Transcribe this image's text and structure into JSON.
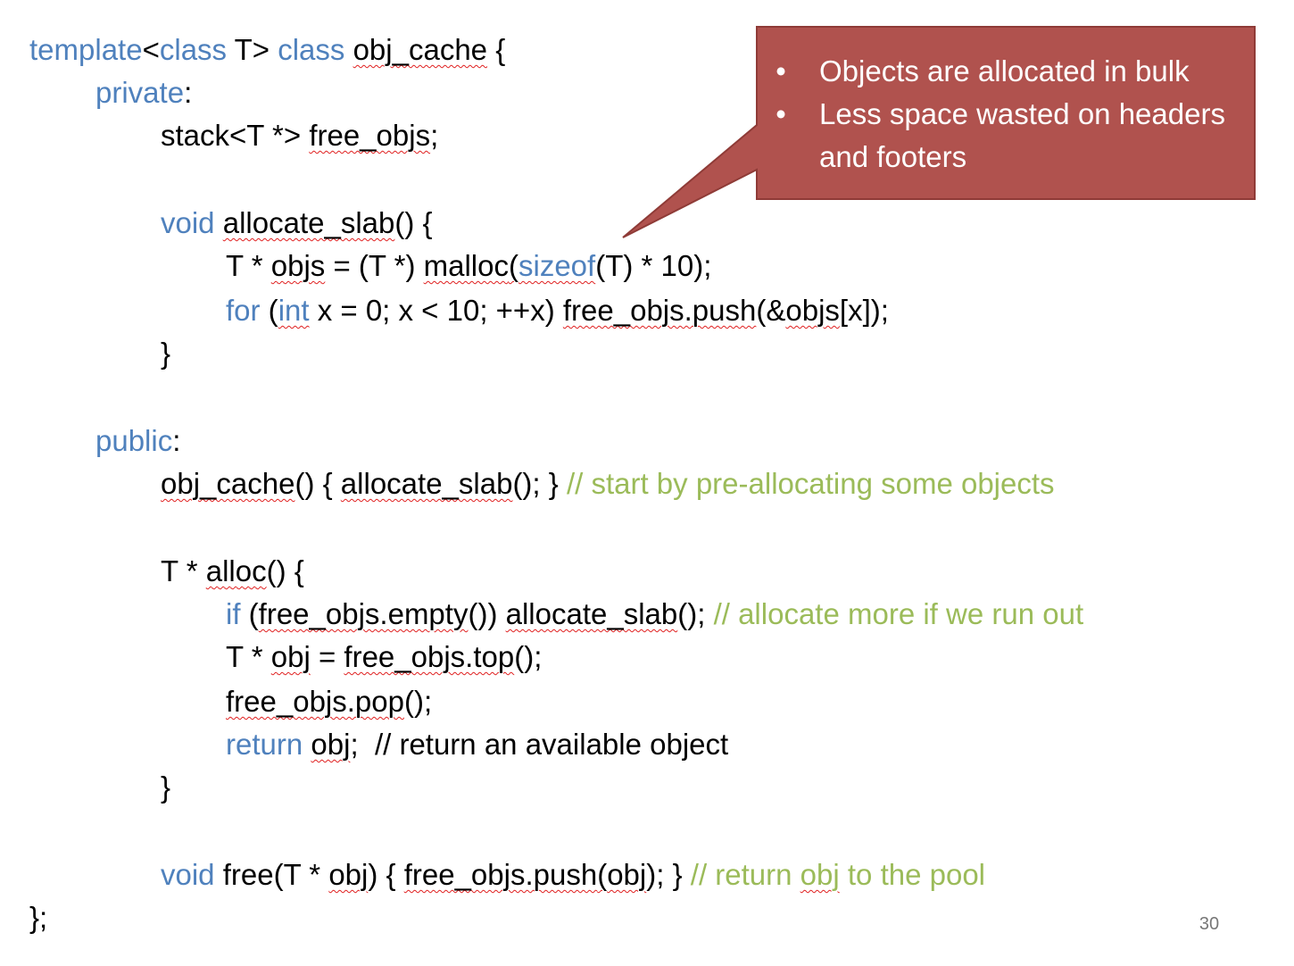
{
  "code": {
    "l1": {
      "a": "template",
      "b": "<",
      "c": "class",
      "d": " T> ",
      "e": "class",
      "f": " ",
      "g": "obj_cache",
      "h": " {"
    },
    "l2": {
      "a": "private",
      "b": ":"
    },
    "l3": {
      "a": "stack<T *> ",
      "b": "free_objs",
      "c": ";"
    },
    "l4": {
      "a": "void",
      "b": " ",
      "c": "allocate_slab",
      "d": "() {"
    },
    "l5": {
      "a": "T * ",
      "b": "objs",
      "c": " = (T *) ",
      "d": "malloc",
      "e": "(",
      "f": "sizeof",
      "g": "(T) * 10);"
    },
    "l6": {
      "a": "for",
      "b": " (",
      "c": "int",
      "d": " x = 0; x < 10; ++x) ",
      "e": "free_objs.push",
      "f": "(&",
      "g": "objs",
      "h": "[x]);"
    },
    "l7": {
      "a": "}"
    },
    "l8": {
      "a": "public",
      "b": ":"
    },
    "l9": {
      "a": "obj_cache",
      "b": "() { ",
      "c": "allocate_slab",
      "d": "(); } ",
      "e": "// start by pre-allocating some objects"
    },
    "l10": {
      "a": "T * ",
      "b": "alloc",
      "c": "() {"
    },
    "l11": {
      "a": "if",
      "b": " (",
      "c": "free_objs.empty",
      "d": "()) ",
      "e": "allocate_slab",
      "f": "(); ",
      "g": "// allocate more if we run out"
    },
    "l12": {
      "a": "T * ",
      "b": "obj",
      "c": " = ",
      "d": "free_objs.top",
      "e": "();"
    },
    "l13": {
      "a": "free_objs.pop",
      "b": "();"
    },
    "l14": {
      "a": "return",
      "b": " ",
      "c": "obj",
      "d": ";  // return an available object"
    },
    "l15": {
      "a": "}"
    },
    "l16": {
      "a": "void",
      "b": " free(T * ",
      "c": "obj",
      "d": ") { ",
      "e": "free_objs.push",
      "f": "(",
      "g": "obj",
      "h": "); } ",
      "i": "// return ",
      "j": "obj",
      "k": " to the pool"
    },
    "l17": {
      "a": "};"
    }
  },
  "callout": {
    "bullets": [
      "Objects are allocated in bulk",
      "Less space wasted on headers and footers"
    ],
    "bullet_symbol": "•",
    "fill_color": "#b0524e",
    "border_color": "#8f3b37"
  },
  "slide": {
    "page_number": "30"
  },
  "colors": {
    "keyword": "#4f81bd",
    "comment": "#9bbb59",
    "text": "#000000"
  }
}
